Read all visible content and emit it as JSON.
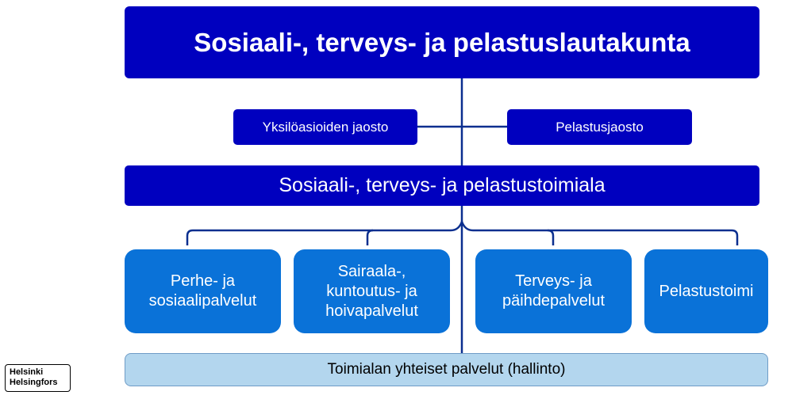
{
  "board": {
    "title": "Sosiaali-, terveys- ja pelastuslautakunta"
  },
  "divisions": [
    {
      "label": "Yksilöasioiden jaosto"
    },
    {
      "label": "Pelastusjaosto"
    }
  ],
  "sector": {
    "title": "Sosiaali-, terveys- ja pelastustoimiala"
  },
  "units": [
    {
      "lines": [
        "Perhe- ja",
        "sosiaalipalvelut"
      ]
    },
    {
      "lines": [
        "Sairaala-,",
        "kuntoutus- ja",
        "hoivapalvelut"
      ]
    },
    {
      "lines": [
        "Terveys- ja",
        "päihdepalvelut"
      ]
    },
    {
      "lines": [
        "Pelastustoimi"
      ]
    }
  ],
  "shared_services": {
    "label": "Toimialan yhteiset palvelut (hallinto)"
  },
  "logo": {
    "line1": "Helsinki",
    "line2": "Helsingfors"
  },
  "colors": {
    "navy": "#0000bf",
    "unit_blue": "#0a72d8",
    "shared_fill": "#b3d6ee",
    "connector": "#0b2f8f"
  }
}
